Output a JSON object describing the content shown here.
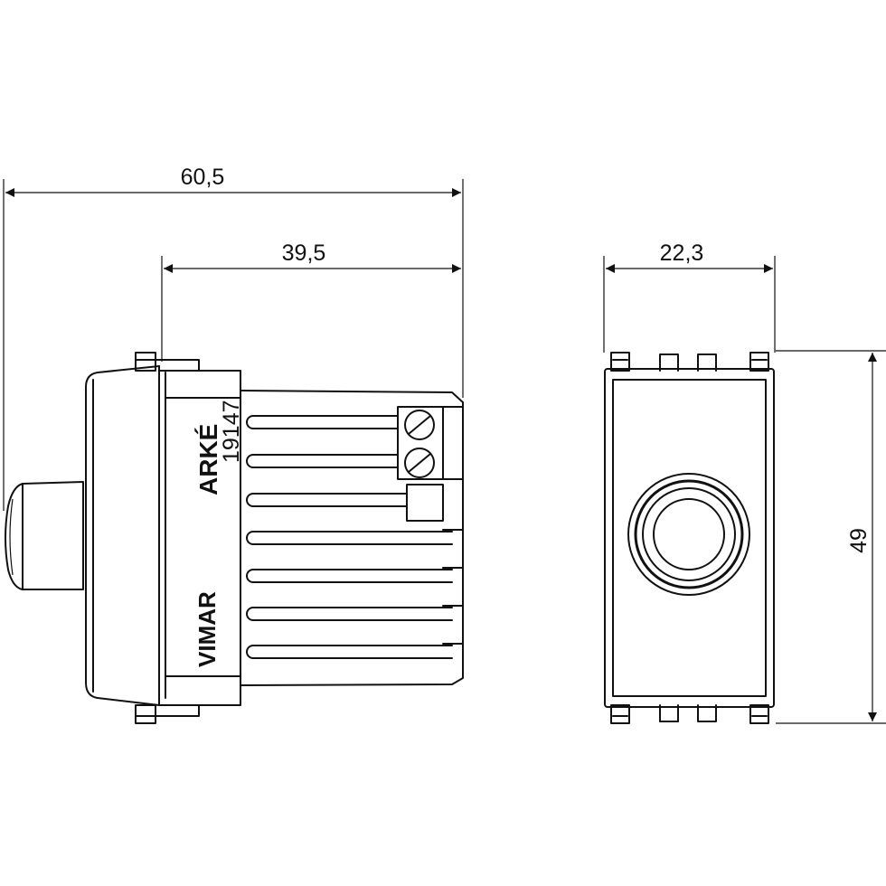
{
  "dimensions": {
    "overall_depth": "60,5",
    "body_depth": "39,5",
    "front_width": "22,3",
    "front_height": "49"
  },
  "branding": {
    "series": "ARKÉ",
    "code": "19147",
    "brand": "VIMAR"
  },
  "colors": {
    "line": "#111111",
    "background": "#ffffff"
  }
}
